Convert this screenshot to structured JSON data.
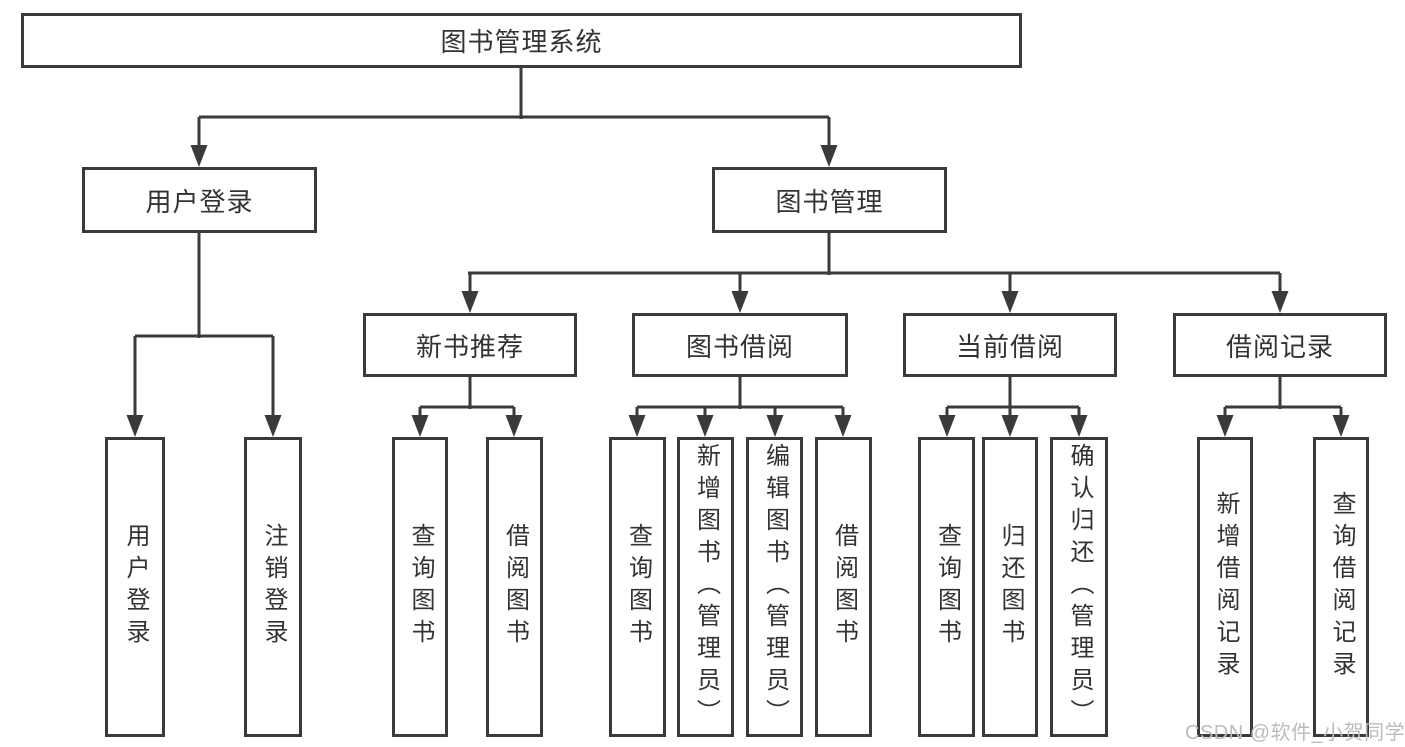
{
  "nodes": {
    "root": {
      "label": "图书管理系统"
    },
    "level2": [
      {
        "label": "用户登录"
      },
      {
        "label": "图书管理"
      }
    ],
    "level3": [
      {
        "label": "新书推荐"
      },
      {
        "label": "图书借阅"
      },
      {
        "label": "当前借阅"
      },
      {
        "label": "借阅记录"
      }
    ],
    "leaves": [
      {
        "label": "用户登录"
      },
      {
        "label": "注销登录"
      },
      {
        "label": "查询图书"
      },
      {
        "label": "借阅图书"
      },
      {
        "label": "查询图书"
      },
      {
        "label": "新增图书（管理员）"
      },
      {
        "label": "编辑图书（管理员）"
      },
      {
        "label": "借阅图书"
      },
      {
        "label": "查询图书"
      },
      {
        "label": "归还图书"
      },
      {
        "label": "确认归还（管理员）"
      },
      {
        "label": "新增借阅记录"
      },
      {
        "label": "查询借阅记录"
      }
    ]
  },
  "watermark": {
    "text": "CSDN @软件_小贺同学"
  },
  "colors": {
    "line": "#3a3a3a",
    "text": "#333333",
    "background": "#ffffff",
    "watermark": "#b9bdc1"
  }
}
